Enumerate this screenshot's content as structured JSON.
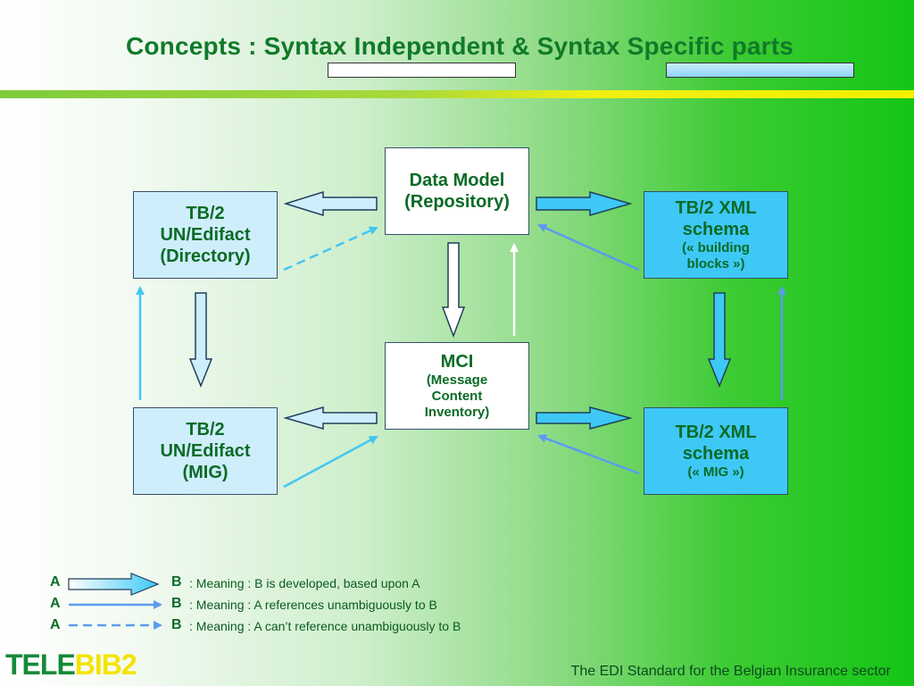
{
  "title": "Concepts : Syntax Independent & Syntax Specific parts",
  "boxes": {
    "data_model": {
      "line1": "Data Model",
      "line2": "(Repository)"
    },
    "mci": {
      "line1": "MCI",
      "line2": "(Message",
      "line3": "Content",
      "line4": "Inventory)"
    },
    "edifact_dir": {
      "line1": "TB/2",
      "line2": "UN/Edifact",
      "line3": "(Directory)"
    },
    "edifact_mig": {
      "line1": "TB/2",
      "line2": "UN/Edifact",
      "line3": "(MIG)"
    },
    "xml_bb": {
      "line1": "TB/2 XML",
      "line2": "schema",
      "line3": "(« building",
      "line4": "blocks »)"
    },
    "xml_mig": {
      "line1": "TB/2 XML",
      "line2": "schema",
      "line3": "(« MIG »)"
    }
  },
  "legend": [
    {
      "a": "A",
      "b": "B",
      "meaning": ": Meaning : B is developed, based upon A"
    },
    {
      "a": "A",
      "b": "B",
      "meaning": ": Meaning : A references unambiguously to B"
    },
    {
      "a": "A",
      "b": "B",
      "meaning": ": Meaning : A can’t reference unambiguously to B"
    }
  ],
  "logo": {
    "part1": "TELE",
    "part2": "BIB2"
  },
  "footer": "The EDI Standard for the Belgian Insurance sector",
  "colors": {
    "title": "#117a2a",
    "box_text": "#0a6b26",
    "cyan_box": "#3ec8f6",
    "light_box": "#cfeefc",
    "reference_arrow": "#5b9cf0"
  }
}
